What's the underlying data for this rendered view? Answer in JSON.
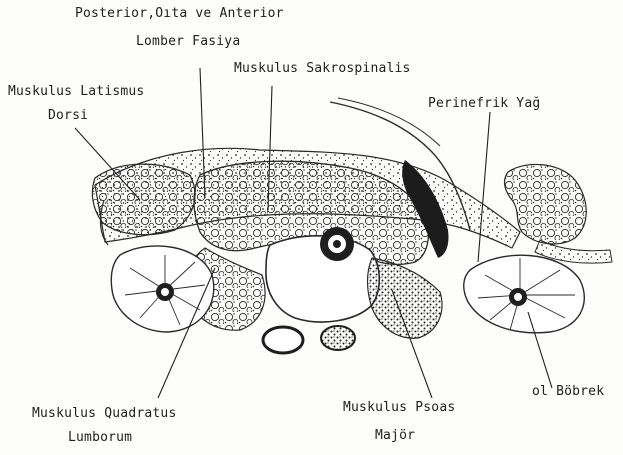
{
  "labels": {
    "fascia_line1": "Posterior,Oıta ve Anterior",
    "fascia_line2": "Lomber Fasiya",
    "sacrospinalis": "Muskulus Sakrospinalis",
    "latissimus_line1": "Muskulus Latismus",
    "latissimus_line2": "Dorsi",
    "perirenal_fat": "Perinefrik Yağ",
    "kidney": "ol Böbrek",
    "quadratus_line1": "Muskulus Quadratus",
    "quadratus_line2": "Lumborum",
    "psoas_line1": "Muskulus Psoas",
    "psoas_line2": "Majör"
  },
  "colors": {
    "ink": "#1f1f1f",
    "paper": "#fdfdfc"
  }
}
